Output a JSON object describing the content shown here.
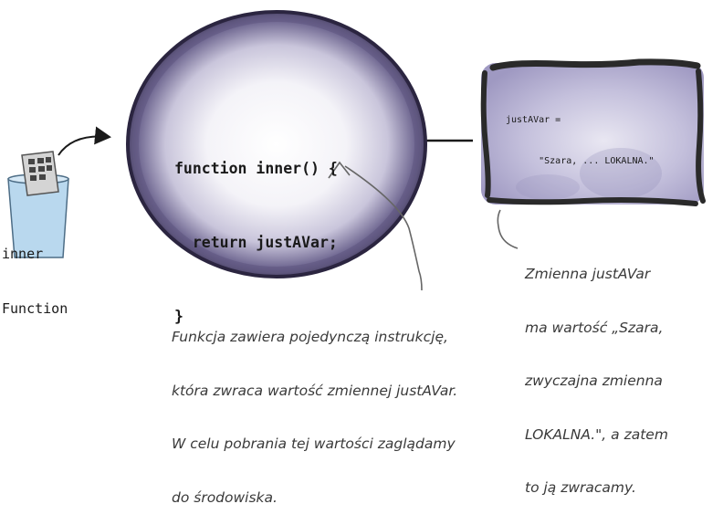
{
  "code": {
    "line1": "function inner() {",
    "line2": "  return justAVar;",
    "line3": "}"
  },
  "environment": {
    "line1": "justAVar =",
    "line2": "      \"Szara, ... LOKALNA.\""
  },
  "function_variable": {
    "line1": "inner",
    "line2": "Function"
  },
  "annotations": {
    "bottom": [
      "Funkcja zawiera pojedynczą instrukcję,",
      "która zwraca wartość zmiennej justAVar.",
      "W celu pobrania tej wartości zaglądamy",
      "do środowiska."
    ],
    "right": [
      "Zmienna justAVar",
      "ma wartość „Szara,",
      "zwyczajna zmienna",
      "LOKALNA.\", a zatem",
      "to ją zwracamy."
    ]
  },
  "colors": {
    "circle_fill": "#5f567f",
    "circle_stroke": "#2b2540",
    "env_fill": "#a49fc6",
    "env_frame": "#2a2a2a",
    "cup": "#b9d8ee",
    "ink": "#1a1a1a"
  },
  "icons": [
    "remote-control-icon",
    "cup-icon"
  ]
}
